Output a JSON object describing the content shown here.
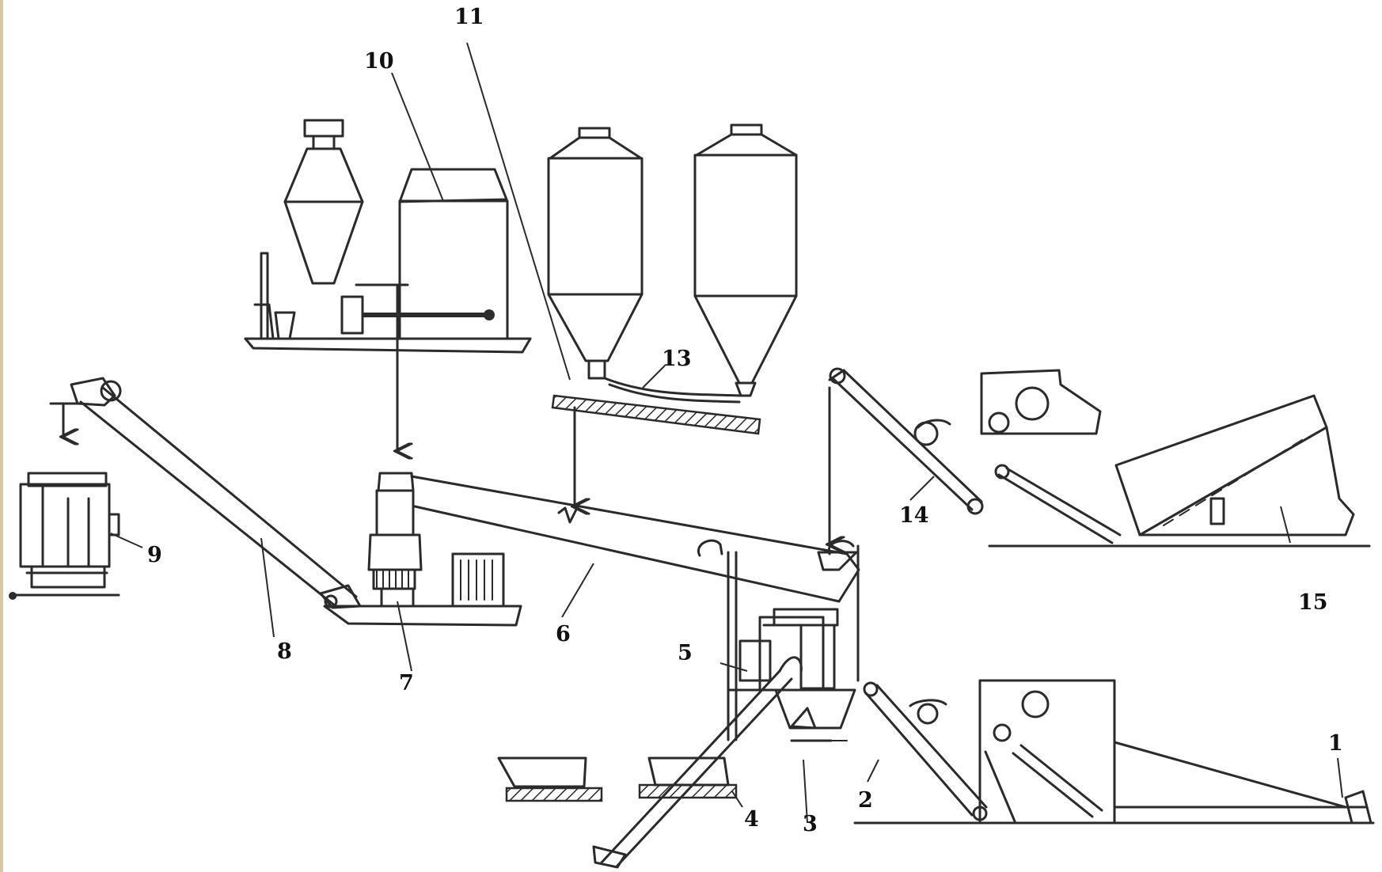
{
  "labels": {
    "l1": "1",
    "l2": "2",
    "l3": "3",
    "l4": "4",
    "l5": "5",
    "l6": "6",
    "l7": "7",
    "l8": "8",
    "l9": "9",
    "l10": "10",
    "l11": "11",
    "l13": "13",
    "l14": "14",
    "l15": "15"
  },
  "colors": {
    "ink": "#2b2b2b",
    "paper": "#ffffff",
    "edge": "#d8c8a8"
  }
}
